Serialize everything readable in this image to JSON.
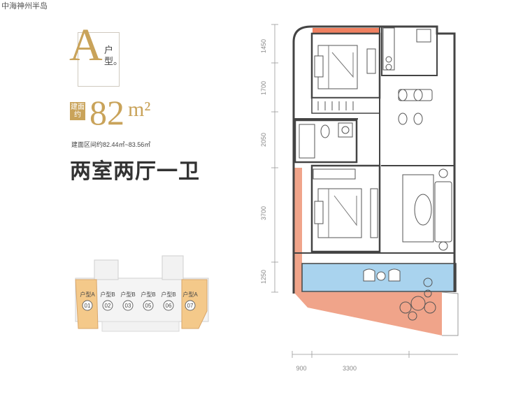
{
  "header": {
    "project_name": "中海神州半岛"
  },
  "unit_badge": {
    "letter": "A",
    "vertical_text": "户型。"
  },
  "area": {
    "label": "建面约",
    "value": "82",
    "unit": "m²",
    "range_text": "建面区间约82.44㎡~83.56㎡"
  },
  "layout_title": "两室两厅一卫",
  "dimensions": {
    "vertical": [
      "1450",
      "1700",
      "2050",
      "3700",
      "1250"
    ],
    "horizontal": [
      "900",
      "3300"
    ]
  },
  "key_plan": {
    "unit_labels": [
      {
        "type": "户型A",
        "number": "01"
      },
      {
        "type": "户型B",
        "number": "02"
      },
      {
        "type": "户型B",
        "number": "03"
      },
      {
        "type": "户型B",
        "number": "05"
      },
      {
        "type": "户型B",
        "number": "06"
      },
      {
        "type": "户型A",
        "number": "07"
      }
    ]
  },
  "colors": {
    "gold": "#c9a35a",
    "balcony_orange": "#f0a48a",
    "balcony_blue": "#a9d3ee",
    "wall_dark": "#444444"
  }
}
